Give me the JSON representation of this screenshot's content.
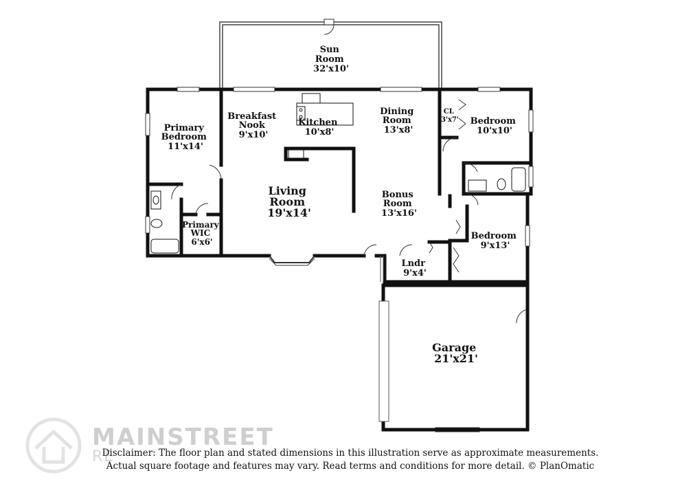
{
  "rooms": {
    "sun_room": {
      "name": "Sun\nRoom",
      "dim": "32'x10'"
    },
    "breakfast_nook": {
      "name": "Breakfast\nNook",
      "dim": "9'x10'"
    },
    "kitchen": {
      "name": "Kitchen",
      "dim": "10'x8'"
    },
    "dining_room": {
      "name": "Dining\nRoom",
      "dim": "13'x8'"
    },
    "cl": {
      "name": "CL",
      "dim": "3'x7'"
    },
    "bedroom_1": {
      "name": "Bedroom",
      "dim": "10'x10'"
    },
    "primary_bedroom": {
      "name": "Primary\nBedroom",
      "dim": "11'x14'"
    },
    "living_room": {
      "name": "Living\nRoom",
      "dim": "19'x14'"
    },
    "bonus_room": {
      "name": "Bonus\nRoom",
      "dim": "13'x16'"
    },
    "primary_wic": {
      "name": "Primary\nWIC",
      "dim": "6'x6'"
    },
    "bedroom_2": {
      "name": "Bedroom",
      "dim": "9'x13'"
    },
    "laundry": {
      "name": "Lndr",
      "dim": "9'x4'"
    },
    "garage": {
      "name": "Garage",
      "dim": "21'x21'"
    }
  },
  "disclaimer": {
    "line1": "Disclaimer: The floor plan and stated dimensions in this illustration serve as approximate measurements.",
    "line2": "Actual square footage and features may vary. Read terms and conditions for more detail. © PlanOmatic"
  },
  "watermark": {
    "line1": "MAINSTREET",
    "line2": "RE"
  }
}
